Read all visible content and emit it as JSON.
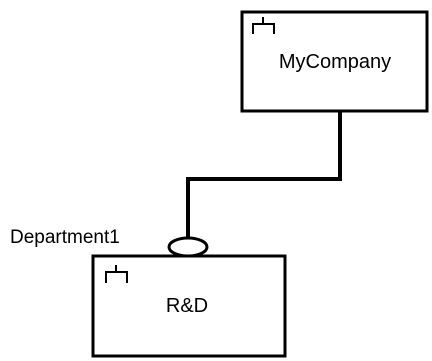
{
  "diagram": {
    "nodes": [
      {
        "id": "mycompany",
        "label": "MyCompany",
        "icon": "component-icon"
      },
      {
        "id": "rnd",
        "label": "R&D",
        "icon": "component-icon"
      }
    ],
    "connection": {
      "from": "rnd",
      "to": "mycompany",
      "port_label": "Department1"
    }
  },
  "colors": {
    "stroke": "#000000",
    "fill": "#ffffff"
  }
}
